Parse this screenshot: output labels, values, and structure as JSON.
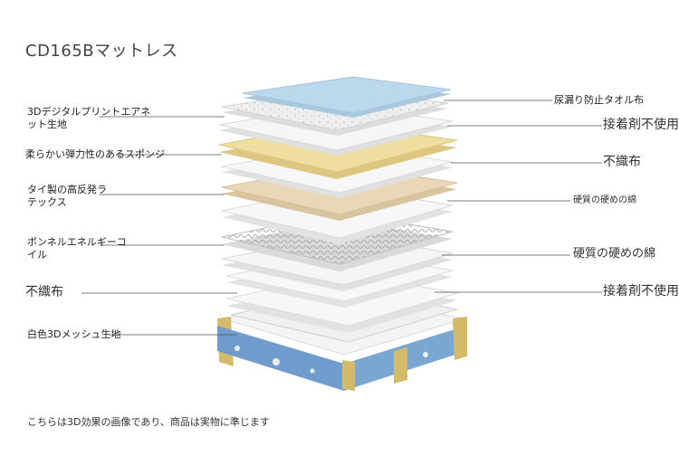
{
  "title": "CD165Bマットレス",
  "footnote": "こちらは3D効果の画像であり、商品は実物に準じます",
  "left_labels": [
    {
      "line1": "3Dデジタルプリントエアネ",
      "line2": "ット生地"
    },
    {
      "line1": "柔らかい弾力性のあるスポンジ",
      "line2": ""
    },
    {
      "line1": "タイ製の高反発ラ",
      "line2": "テックス"
    },
    {
      "line1": "ボンネルエネルギーコ",
      "line2": "イル"
    },
    {
      "line1": "不織布",
      "line2": ""
    },
    {
      "line1": "白色3Dメッシュ生地",
      "line2": ""
    }
  ],
  "right_labels": [
    {
      "text": "尿漏り防止タオル布"
    },
    {
      "text": "接着剤不使用"
    },
    {
      "text": "不織布"
    },
    {
      "text": "硬質の硬めの綿"
    },
    {
      "text": "硬質の硬めの綿"
    },
    {
      "text": "接着剤不使用"
    }
  ],
  "colors": {
    "waterproof": "#bcd8ec",
    "fabric_top": "#ececec",
    "sponge": "#f0dea0",
    "latex": "#ead7b8",
    "layer_white": "#f2f2f2",
    "base_blue": "#6f9ccc",
    "edge_gold": "#d4bb6a",
    "line": "#555555"
  }
}
